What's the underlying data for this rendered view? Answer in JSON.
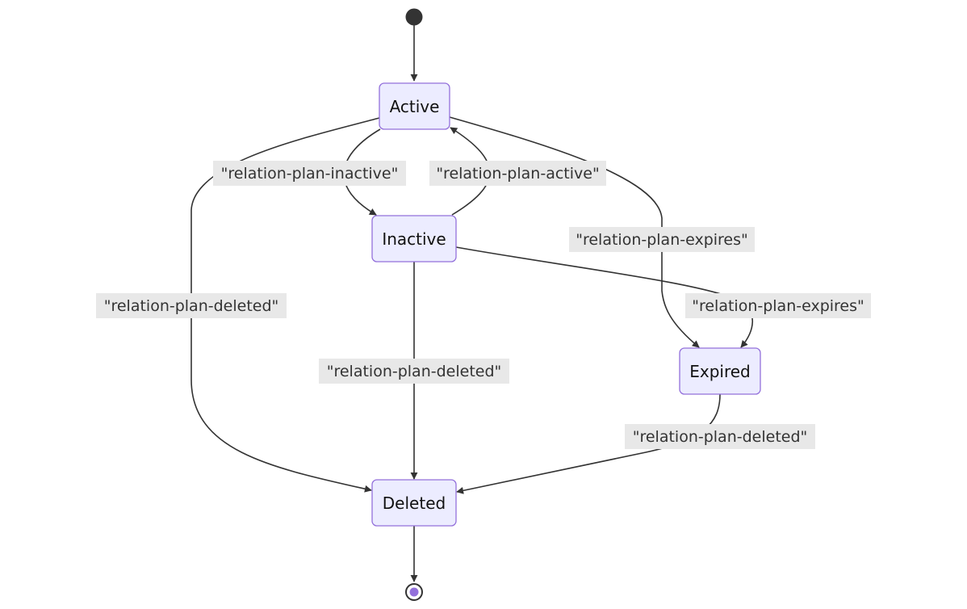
{
  "states": {
    "active": "Active",
    "inactive": "Inactive",
    "expired": "Expired",
    "deleted": "Deleted"
  },
  "transitions": {
    "active_to_inactive": "\"relation-plan-inactive\"",
    "inactive_to_active": "\"relation-plan-active\"",
    "active_to_expired": "\"relation-plan-expires\"",
    "inactive_to_expired": "\"relation-plan-expires\"",
    "active_to_deleted": "\"relation-plan-deleted\"",
    "inactive_to_deleted": "\"relation-plan-deleted\"",
    "expired_to_deleted": "\"relation-plan-deleted\""
  },
  "colors": {
    "state_fill": "#ececff",
    "state_stroke": "#9370db",
    "edge": "#333333",
    "label_bg": "#e8e8e8",
    "start_node": "#333333",
    "end_node_inner": "#9370db"
  }
}
